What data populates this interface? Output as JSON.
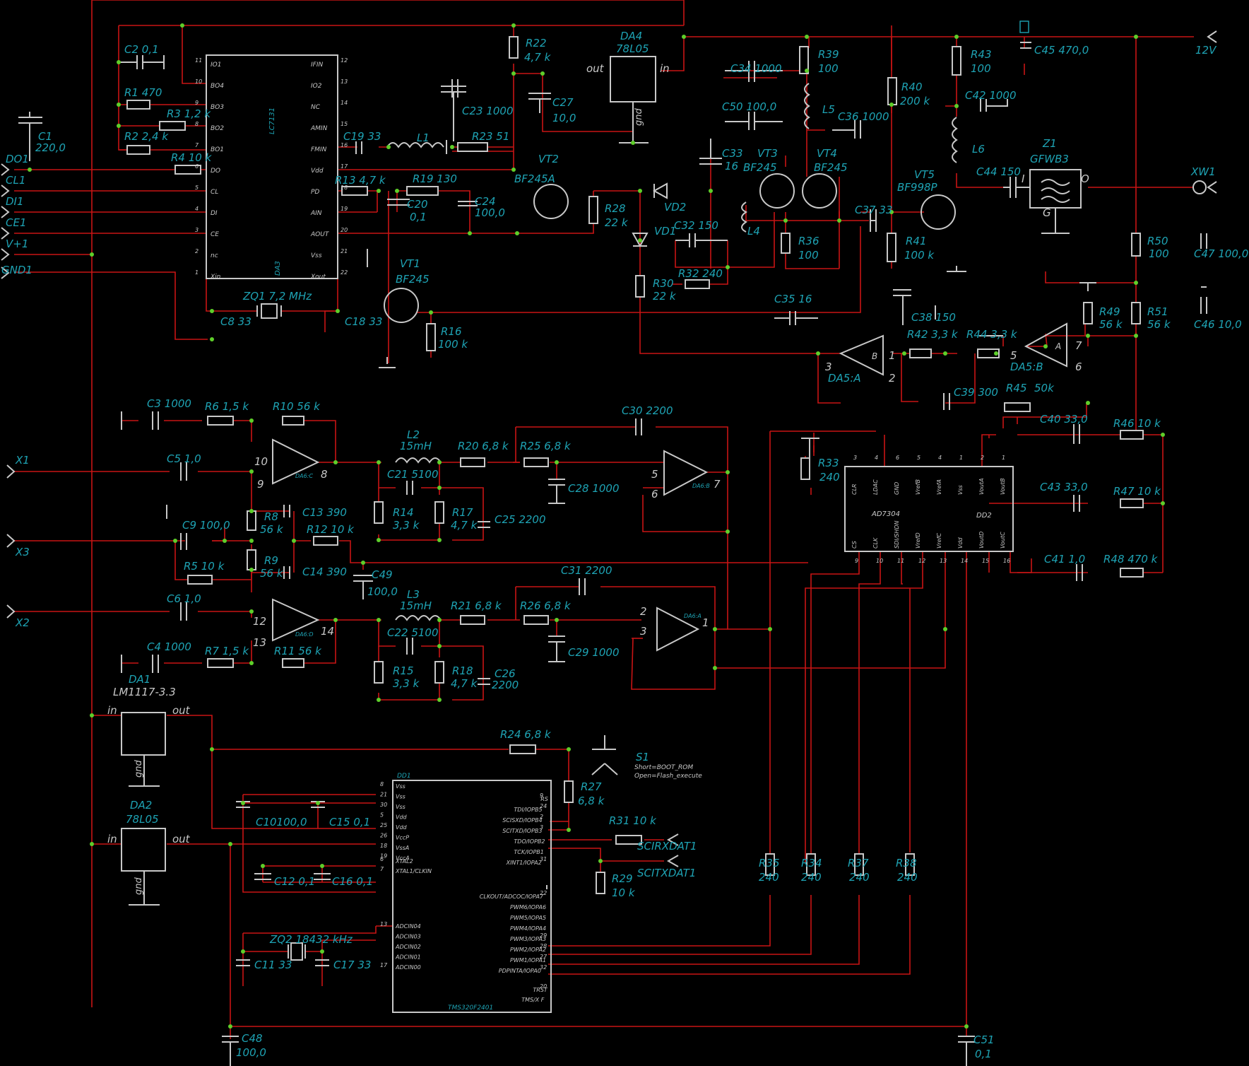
{
  "labels": {
    "C2": "C2 0,1",
    "R1": "R1  470",
    "R3": "R3 1,2 k",
    "R2": "R2 2,4 k",
    "R4": "R4  10 k",
    "C1": "C1",
    "C1v": "220,0",
    "DO1": "DO1",
    "CL1": "CL1",
    "DI1": "DI1",
    "CE1": "CE1",
    "V1": "V+1",
    "GND1": "GND1",
    "DA3": "DA3",
    "LC7131": "LC7131",
    "R22": "R22",
    "R22v": "4,7 k",
    "DA4": "DA4",
    "DA4v": "78L05",
    "out": "out",
    "in": "in",
    "gnd": "gnd",
    "C27": "C27",
    "C27v": "10,0",
    "C23": "C23 1000",
    "C19": "C19 33",
    "L1": "L1",
    "R23": "R23 51",
    "VT2": "VT2",
    "BF245A": "BF245A",
    "R13": "R13 4,7 k",
    "R19": "R19 130",
    "C20": "C20",
    "C20v": "0,1",
    "C24": "C24",
    "C24v": "100,0",
    "R28": "R28",
    "R28v": "22 k",
    "VD2": "VD2",
    "VD1": "VD1",
    "C34": "C34 1000",
    "C50": "C50  100,0",
    "R39": "R39",
    "R39v": "100",
    "L5": "L5",
    "C36": "C36 1000",
    "C33": "C33",
    "C33v": "16",
    "VT3": "VT3",
    "VT3v": "BF245",
    "VT4": "VT4",
    "VT4v": "BF245",
    "R40": "R40",
    "R40v": "200 k",
    "R43": "R43",
    "R43v": "100",
    "C42": "C42 1000",
    "L6": "L6",
    "C45": "C45  470,0",
    "V12": "12V",
    "Z1": "Z1",
    "GFWB3": "GFWB3",
    "C44": "C44 150",
    "XW1": "XW1",
    "VT5": "VT5",
    "BF998P": "BF998P",
    "C37": "C37 33",
    "L4": "L4",
    "C32": "C32 150",
    "R36": "R36",
    "R36v": "100",
    "R41": "R41",
    "R41v": "100 k",
    "R32": "R32 240",
    "R30": "R30",
    "R30v": "22 k",
    "C35": "C35 16",
    "ZQ1": "ZQ1     7,2 MHz",
    "C8": "C8    33",
    "C18": "C18 33",
    "VT1": "VT1",
    "VT1v": "BF245",
    "R16": "R16",
    "R16v": "100 k",
    "R50": "R50",
    "R50v": "100",
    "C47": "C47  100,0",
    "R49": "R49",
    "R49v": "56 k",
    "R51": "R51",
    "R51v": "56 k",
    "C46": "C46 10,0",
    "C38": "C38 150",
    "R42": "R42 3,3 k",
    "R44": "R44 3,3 k",
    "DA5A": "DA5:A",
    "DA5B": "DA5:B",
    "C39": "C39 300",
    "R45": "R45",
    "R45v": "50k",
    "C40": "C40 33,0",
    "R46": "R46 10 k",
    "C43": "C43 33,0",
    "R47": "R47 10 k",
    "C41": "C41 1,0",
    "R48": "R48  470 k",
    "R33": "R33",
    "R33v": "240",
    "AD7304": "AD7304",
    "DD2": "DD2",
    "C3": "C3  1000",
    "R6": "R6 1,5 k",
    "R10": "R10 56 k",
    "L2": "L2",
    "L2v": "15mH",
    "C30": "C30 2200",
    "X1": "X1",
    "C5": "C5 1,0",
    "R20": "R20 6,8 k",
    "R25": "R25 6,8 k",
    "C21": "C21 5100",
    "C28": "C28 1000",
    "R14": "R14",
    "R14v": "3,3 k",
    "R17": "R17",
    "R17v": "4,7 k",
    "C25": "C25 2200",
    "R8": "R8",
    "R8v": "56 k",
    "C13": "C13 390",
    "X3": "X3",
    "C9": "C9 100,0",
    "R12": "R12 10 k",
    "R5": "R5  10 k",
    "R9": "R9",
    "R9v": "56 k",
    "C14": "C14 390",
    "C49": "C49",
    "C49v": "100,0",
    "C6": "C6 1,0",
    "X2": "X2",
    "L3": "L3",
    "L3v": "15mH",
    "R21": "R21 6,8 k",
    "R26": "R26 6,8 k",
    "C31": "C31 2200",
    "C22": "C22 5100",
    "C29": "C29 1000",
    "R15": "R15",
    "R15v": "3,3 k",
    "R18": "R18",
    "R18v": "4,7 k",
    "C26": "C26",
    "C26v": "2200",
    "C4": "C4  1000",
    "R7": "R7 1,5 k",
    "R11": "R11 56 k",
    "DA1": "DA1",
    "LM1117": "LM1117-3.3",
    "R24": "R24 6,8 k",
    "S1": "S1",
    "S1a": "Short=BOOT_ROM",
    "S1b": "Open=Flash_execute",
    "R27": "R27",
    "R27v": "6,8 k",
    "DD1": "DD1",
    "DA2": "DA2",
    "DA2v": "78L05",
    "C10": "C10100,0",
    "C15": "C15 0,1",
    "R31": "R31 10 k",
    "SCIRX": "SCIRXDAT1",
    "SCITX": "SCITXDAT1",
    "R29": "R29",
    "R29v": "10 k",
    "C12": "C12 0,1",
    "C16": "C16 0,1",
    "R35": "R35",
    "R35v": "240",
    "R34": "R34",
    "R34v": "240",
    "R37": "R37",
    "R37v": "240",
    "R38": "R38",
    "R38v": "240",
    "ZQ2": "ZQ2 18432 kHz",
    "C11": "C11  33",
    "C17": "C17  33",
    "TMS": "TMS320F2401",
    "C48": "C48",
    "C48v": "100,0",
    "C51": "C51",
    "C51v": "0,1",
    "p10": "10",
    "p9": "9",
    "p8": "8",
    "p5": "5",
    "p6": "6",
    "p7": "7",
    "p12": "12",
    "p13": "13",
    "p14": "14",
    "p2": "2",
    "p3": "3",
    "p1": "1",
    "DA6C": "DA6:C",
    "DA6B": "DA6:B",
    "DA6D": "DA6:D",
    "DA6A": "DA6:A",
    "pA1": "1",
    "pA2": "2",
    "pA3": "3",
    "pB5": "5",
    "pB6": "6",
    "pB7": "7",
    "I": "I",
    "O": "O",
    "G": "G",
    "A": "A",
    "B": "B"
  },
  "lc7131_pins_left": [
    {
      "n": "11",
      "t": "IO1"
    },
    {
      "n": "10",
      "t": "BO4"
    },
    {
      "n": "9",
      "t": "BO3"
    },
    {
      "n": "8",
      "t": "BO2"
    },
    {
      "n": "7",
      "t": "BO1"
    },
    {
      "n": "6",
      "t": "DO"
    },
    {
      "n": "5",
      "t": "CL"
    },
    {
      "n": "4",
      "t": "DI"
    },
    {
      "n": "3",
      "t": "CE"
    },
    {
      "n": "2",
      "t": "nc"
    },
    {
      "n": "1",
      "t": "Xin"
    }
  ],
  "lc7131_pins_right": [
    {
      "n": "12",
      "t": "IFIN"
    },
    {
      "n": "13",
      "t": "IO2"
    },
    {
      "n": "14",
      "t": "NC"
    },
    {
      "n": "15",
      "t": "AMIN"
    },
    {
      "n": "16",
      "t": "FMIN"
    },
    {
      "n": "17",
      "t": "Vdd"
    },
    {
      "n": "18",
      "t": "PD"
    },
    {
      "n": "19",
      "t": "AIN"
    },
    {
      "n": "20",
      "t": "AOUT"
    },
    {
      "n": "21",
      "t": "Vss"
    },
    {
      "n": "22",
      "t": "Xout"
    }
  ],
  "ad7304_top": [
    {
      "n": "3",
      "t": "CLR"
    },
    {
      "n": "4",
      "t": "LDAC"
    },
    {
      "n": "6",
      "t": "GND"
    },
    {
      "n": "5",
      "t": "VrefB"
    },
    {
      "n": "4",
      "t": "VrefA"
    },
    {
      "n": "1",
      "t": "Vss"
    },
    {
      "n": "2",
      "t": "VoutA"
    },
    {
      "n": "1",
      "t": "VoutB"
    }
  ],
  "ad7304_bottom": [
    {
      "n": "9",
      "t": "CS"
    },
    {
      "n": "10",
      "t": "CLK"
    },
    {
      "n": "11",
      "t": "SDI/SHDN"
    },
    {
      "n": "12",
      "t": "VrefD"
    },
    {
      "n": "13",
      "t": "VrefC"
    },
    {
      "n": "14",
      "t": "Vdd"
    },
    {
      "n": "15",
      "t": "VoutD"
    },
    {
      "n": "16",
      "t": "VoutC"
    }
  ],
  "dd1_left": [
    {
      "n": "8",
      "t": "Vss"
    },
    {
      "n": "21",
      "t": "Vss"
    },
    {
      "n": "30",
      "t": "Vss"
    },
    {
      "n": "5",
      "t": "Vdd"
    },
    {
      "n": "25",
      "t": "Vdd"
    },
    {
      "n": "26",
      "t": "VccP"
    },
    {
      "n": "18",
      "t": "VssA"
    },
    {
      "n": "19",
      "t": "VccA"
    },
    {
      "n": "6",
      "t": "XTAL2"
    },
    {
      "n": "7",
      "t": "XTAL1/CLKIN"
    },
    {
      "n": "13",
      "t": "ADCIN04"
    },
    {
      "n": "",
      "t": "ADCIN03"
    },
    {
      "n": "",
      "t": "ADCIN02"
    },
    {
      "n": "",
      "t": "ADCIN01"
    },
    {
      "n": "17",
      "t": "ADCIN00"
    }
  ],
  "dd1_right": [
    {
      "n": "9",
      "t": "RS"
    },
    {
      "n": "24",
      "t": "TDI/IOPB5"
    },
    {
      "n": "2",
      "t": "SCISXD/IOPB4"
    },
    {
      "n": "3",
      "t": "SCITXD/IOPB3"
    },
    {
      "n": "",
      "t": "TDO/IOPB2"
    },
    {
      "n": "",
      "t": "TCK/IOPB1"
    },
    {
      "n": "31",
      "t": "XINT1/IOPA2"
    },
    {
      "n": "22",
      "t": "CLKOUT/ADCOC/IOPA7"
    },
    {
      "n": "",
      "t": "PWM6/IOPA6"
    },
    {
      "n": "",
      "t": "PWM5/IOPA5"
    },
    {
      "n": "",
      "t": "PWM4/IOPA4"
    },
    {
      "n": "29",
      "t": "PWM3/IOPA3"
    },
    {
      "n": "28",
      "t": "PWM2/IOPA2"
    },
    {
      "n": "27",
      "t": "PWM1/IOPA1"
    },
    {
      "n": "32",
      "t": "PDPINTA/IOPA0"
    },
    {
      "n": "20",
      "t": "TRST"
    },
    {
      "n": "",
      "t": "TMS/X F"
    }
  ]
}
